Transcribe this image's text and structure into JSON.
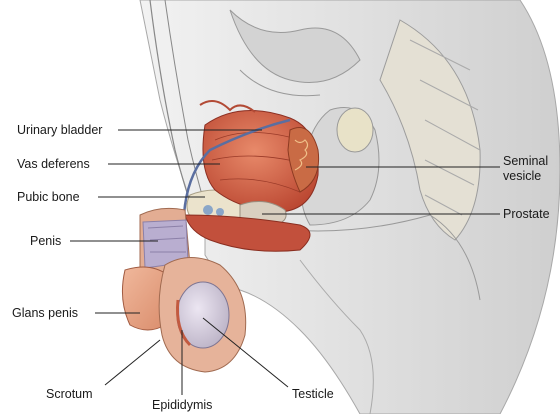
{
  "labels": {
    "urinary_bladder": "Urinary bladder",
    "vas_deferens": "Vas deferens",
    "pubic_bone": "Pubic bone",
    "penis": "Penis",
    "glans_penis": "Glans penis",
    "scrotum": "Scrotum",
    "epididymis": "Epididymis",
    "testicle": "Testicle",
    "seminal_vesicle_line1": "Seminal",
    "seminal_vesicle_line2": "vesicle",
    "prostate": "Prostate"
  },
  "colors": {
    "tissue_gray": "#d9d9d9",
    "muscle_red": "#c9553f",
    "skin_pink": "#e8a58a",
    "bone_tan": "#e6dcc4",
    "line_gray": "#9a9a9a"
  }
}
